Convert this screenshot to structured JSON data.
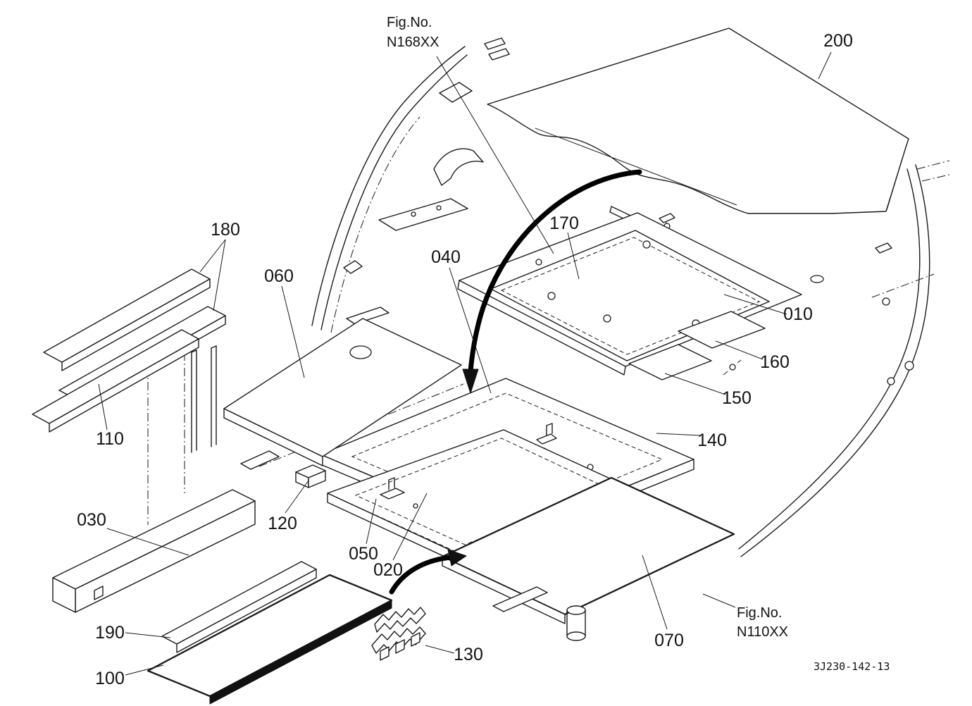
{
  "drawing": {
    "number": "3J230-142-13",
    "background": "#ffffff",
    "ink": "#1a1a1a"
  },
  "fig_refs": {
    "n168": {
      "line1": "Fig.No.",
      "line2": "N168XX"
    },
    "n110": {
      "line1": "Fig.No.",
      "line2": "N110XX"
    }
  },
  "callouts": {
    "010": "010",
    "020": "020",
    "030": "030",
    "040": "040",
    "050": "050",
    "060": "060",
    "070": "070",
    "100": "100",
    "110": "110",
    "120": "120",
    "130": "130",
    "140": "140",
    "150": "150",
    "160": "160",
    "170": "170",
    "180": "180",
    "190": "190",
    "200": "200"
  }
}
